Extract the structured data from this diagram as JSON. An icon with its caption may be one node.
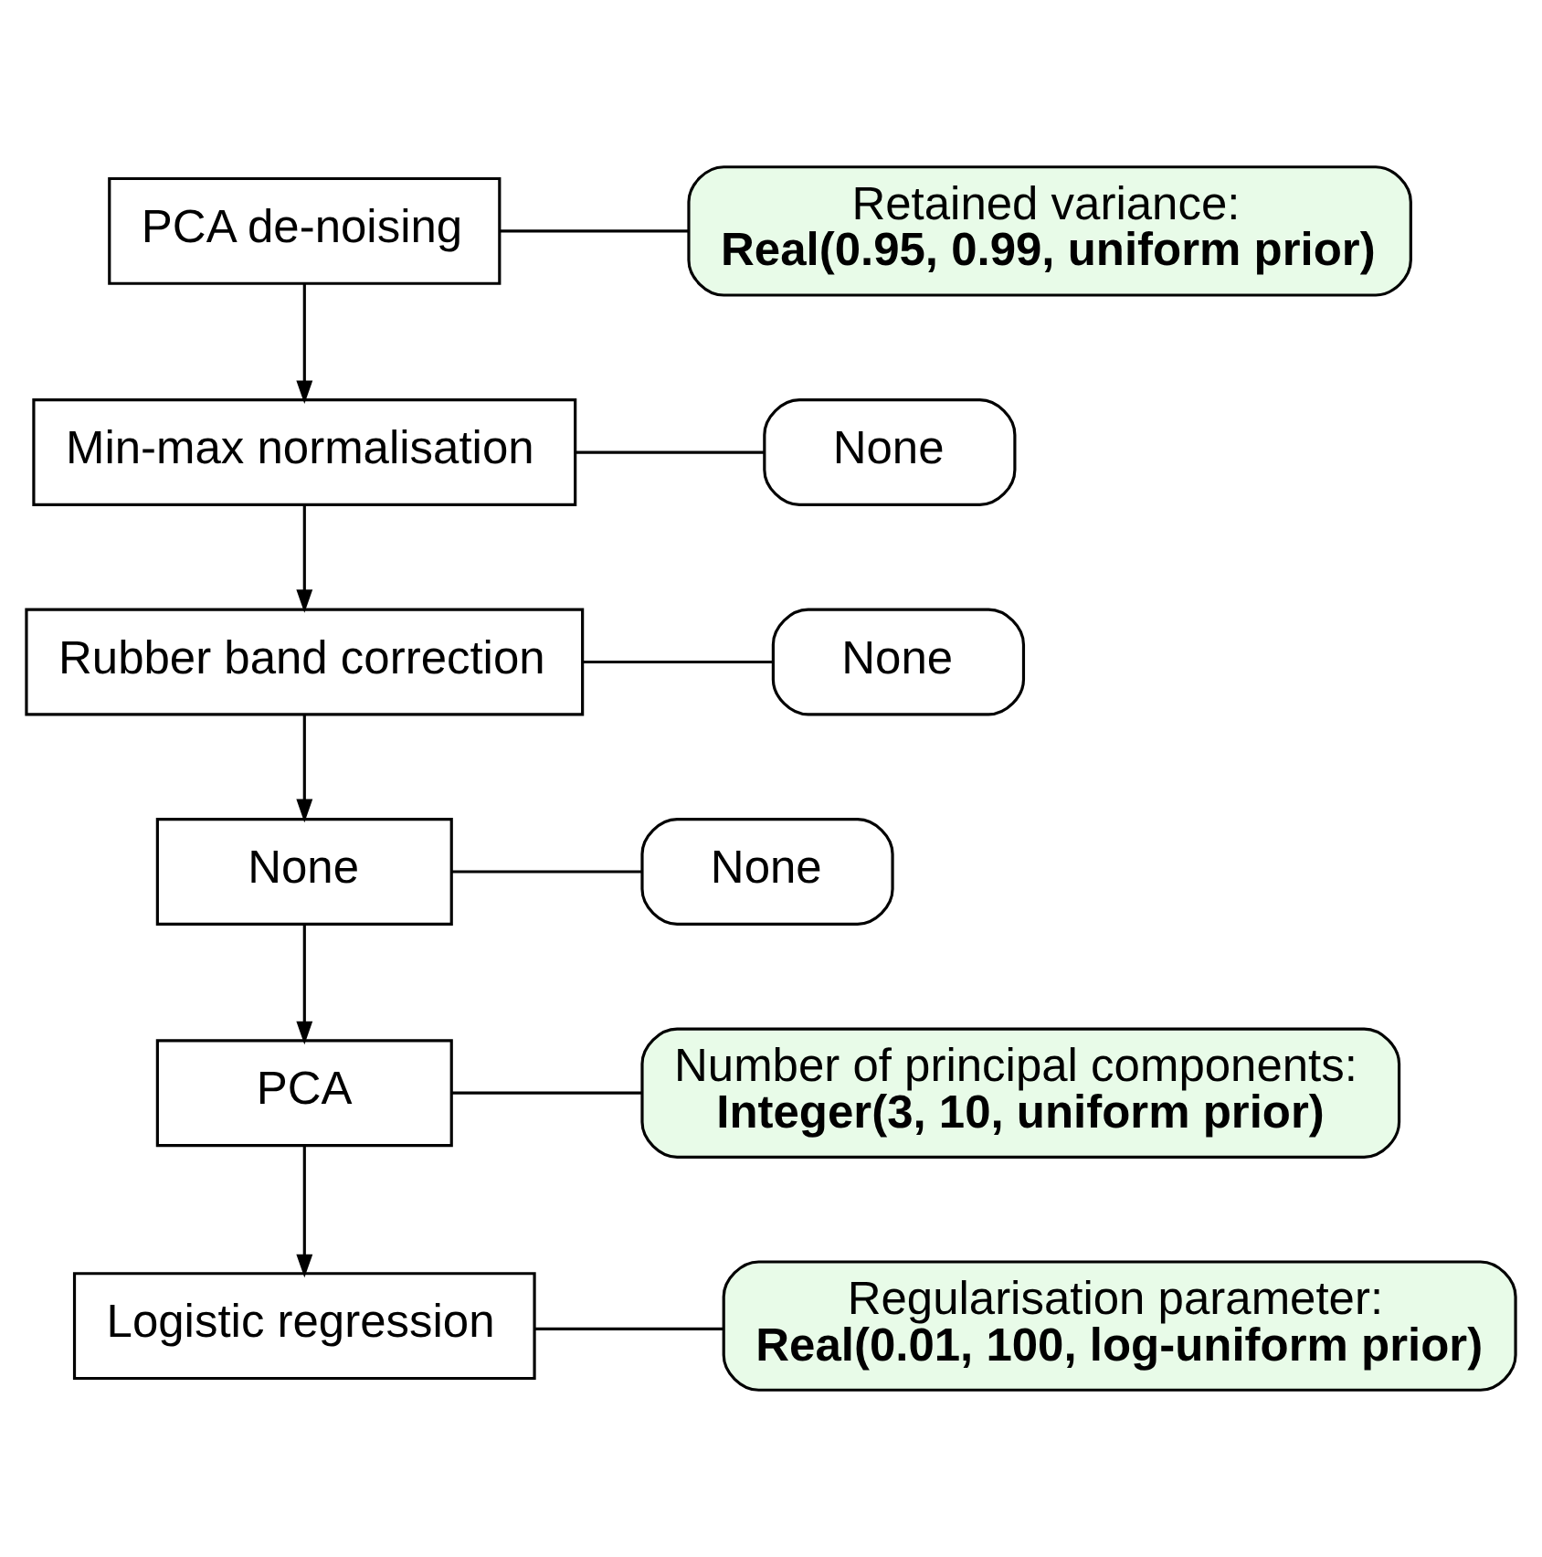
{
  "diagram": {
    "nodes": [
      {
        "text": [
          "PCA de-noising"
        ]
      },
      {
        "text": [
          "Min-max normalisation"
        ]
      },
      {
        "text": [
          "Rubber band correction"
        ]
      },
      {
        "text": [
          "None"
        ]
      },
      {
        "text": [
          "PCA"
        ]
      },
      {
        "text": [
          "Logistic regression"
        ]
      },
      {
        "text": [
          "Retained variance:",
          "Real(0.95, 0.99, uniform prior)"
        ]
      },
      {
        "text": [
          "None"
        ]
      },
      {
        "text": [
          "None"
        ]
      },
      {
        "text": [
          "None"
        ]
      },
      {
        "text": [
          "Number of principal components:",
          "Integer(3, 10, uniform prior)"
        ]
      },
      {
        "text": [
          "Regularisation parameter:",
          "Real(0.01, 100, log-uniform prior)"
        ]
      }
    ],
    "edges": [
      {
        "from": 0,
        "to": 1,
        "arrow": "to"
      },
      {
        "from": 1,
        "to": 2,
        "arrow": "to"
      },
      {
        "from": 2,
        "to": 3,
        "arrow": "to"
      },
      {
        "from": 3,
        "to": 4,
        "arrow": "to"
      },
      {
        "from": 4,
        "to": 5,
        "arrow": "to"
      },
      {
        "from": 0,
        "to": 6,
        "arrow": "none"
      },
      {
        "from": 1,
        "to": 7,
        "arrow": "none"
      },
      {
        "from": 2,
        "to": 8,
        "arrow": "none"
      },
      {
        "from": 3,
        "to": 9,
        "arrow": "none"
      },
      {
        "from": 4,
        "to": 10,
        "arrow": "none"
      },
      {
        "from": 5,
        "to": 11,
        "arrow": "none"
      }
    ]
  }
}
